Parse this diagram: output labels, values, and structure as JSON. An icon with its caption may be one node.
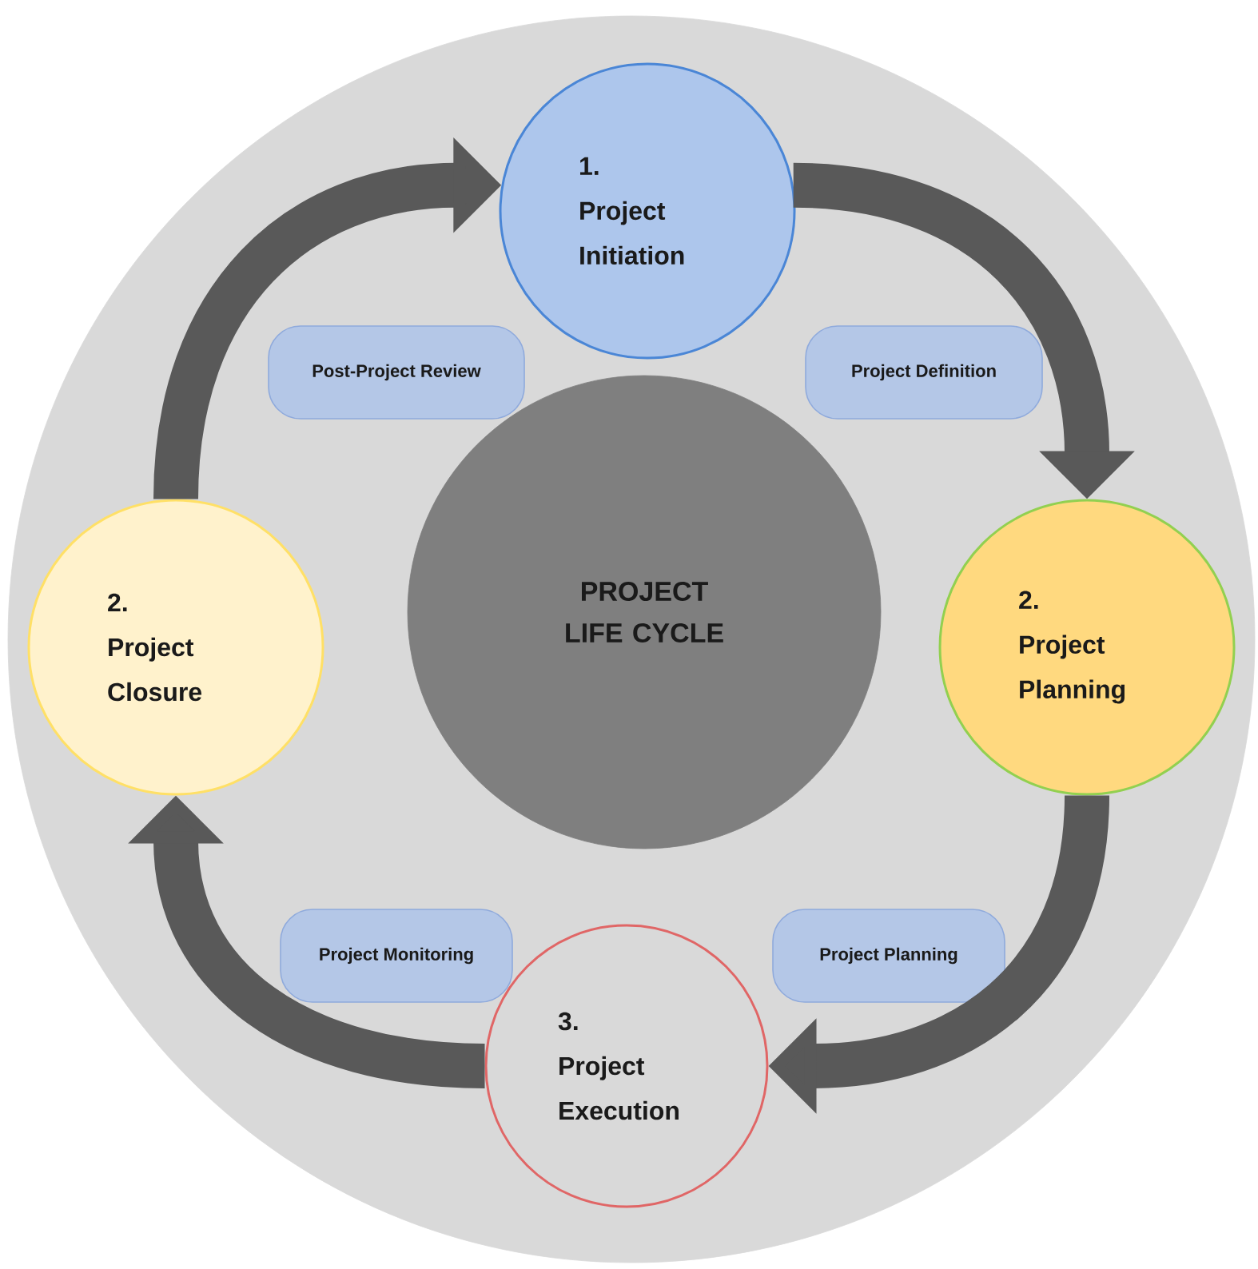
{
  "diagram": {
    "nodes": [
      {
        "text": [],
        "shape": "circle"
      },
      {
        "text": [
          "1.",
          "Project Initiation"
        ],
        "in": 0
      },
      {
        "text": [
          "Post-Project Review"
        ],
        "in": 0
      },
      {
        "text": [
          "Project Definition"
        ],
        "in": 0
      },
      {
        "text": [
          "PROJECT LIFE CYCLE"
        ],
        "in": 0
      },
      {
        "text": [
          "2.",
          "Project Closure"
        ],
        "in": 0
      },
      {
        "text": [
          "2.",
          "Project Planning"
        ],
        "in": 0
      },
      {
        "text": [
          "Project Monitoring"
        ],
        "in": 0
      },
      {
        "text": [
          "Project Planning"
        ],
        "in": 0
      },
      {
        "text": [
          "3.",
          "Project Execution"
        ],
        "in": 0
      }
    ],
    "edges": [
      {
        "from": 1,
        "to": 6,
        "arrow": "to"
      },
      {
        "from": 6,
        "to": 9,
        "arrow": "to"
      },
      {
        "from": 9,
        "to": 5,
        "arrow": "to"
      },
      {
        "from": 5,
        "to": 1,
        "arrow": "to"
      }
    ]
  }
}
